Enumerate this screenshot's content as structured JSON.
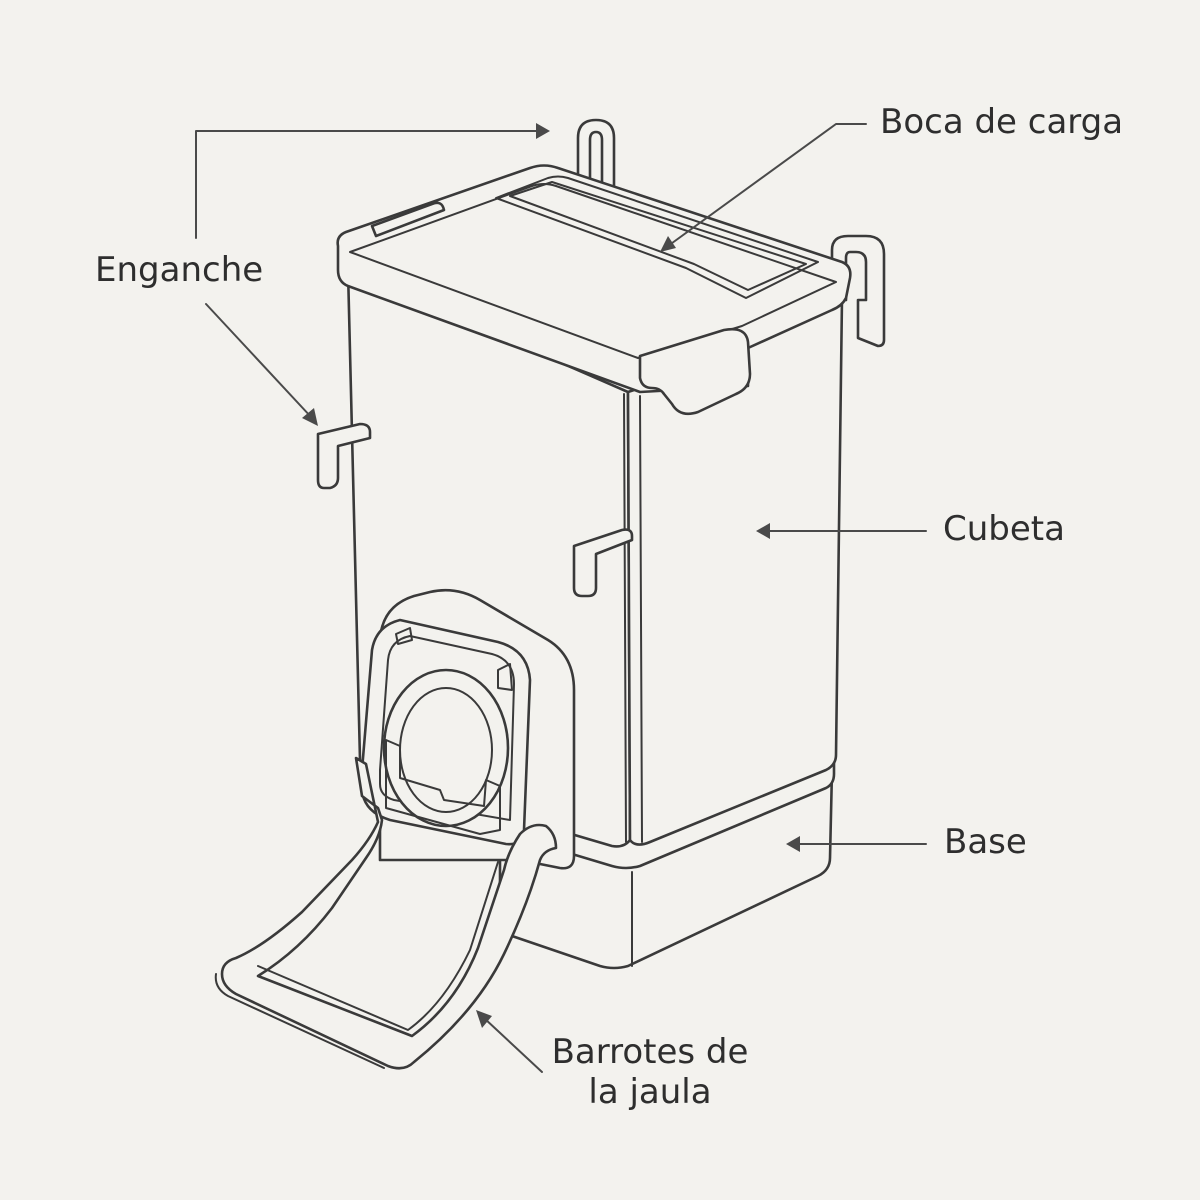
{
  "labels": {
    "boca_de_carga": "Boca de carga",
    "enganche": "Enganche",
    "cubeta": "Cubeta",
    "base": "Base",
    "barrotes_line1": "Barrotes de",
    "barrotes_line2": "la jaula"
  },
  "colors": {
    "background": "#f3f2ee",
    "ink": "#3a3a3a",
    "text": "#2e2e2e"
  }
}
